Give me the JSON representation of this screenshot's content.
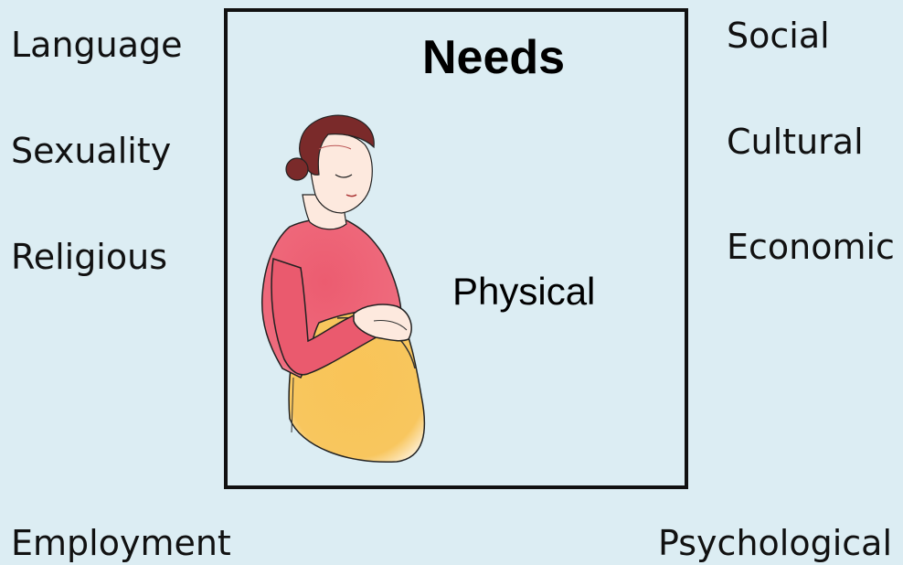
{
  "box": {
    "title": "Needs",
    "center_label": "Physical"
  },
  "left_labels": [
    "Language",
    "Sexuality",
    "Religious",
    "Employment"
  ],
  "right_labels": [
    "Social",
    "Cultural",
    "Economic",
    "Psychological"
  ],
  "colors": {
    "background": "#dcedf3",
    "dress_top": "#ea5a6e",
    "dress_skirt": "#f7c45c",
    "hair": "#7a2a2a",
    "skin": "#fbe7dc"
  }
}
